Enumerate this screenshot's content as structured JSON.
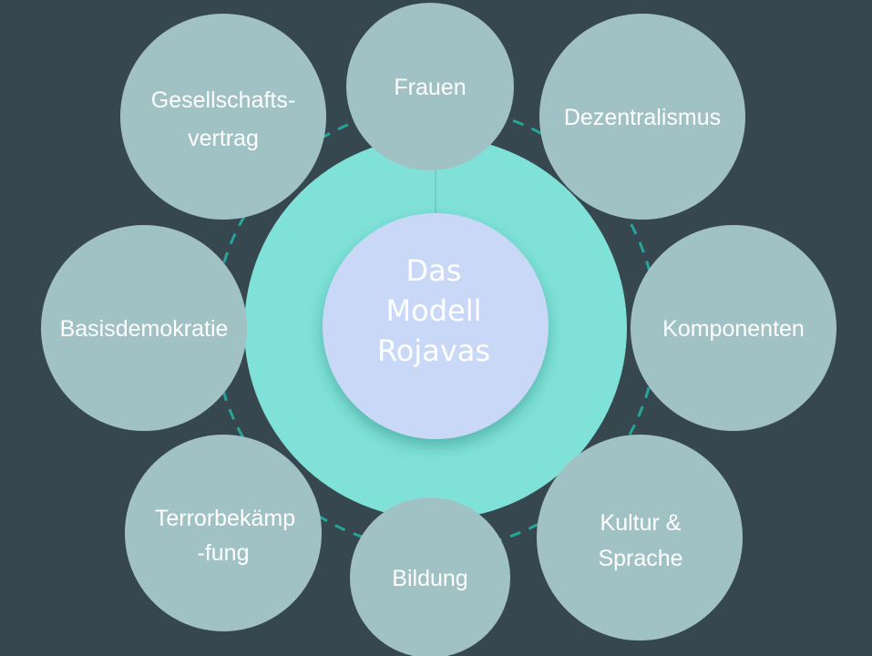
{
  "center": {
    "lines": [
      "Das",
      "Modell",
      "Rojavas"
    ]
  },
  "nodes": {
    "frauen": [
      "Frauen"
    ],
    "dezentralismus": [
      "Dezentralismus"
    ],
    "gesellschaftsvertrag": [
      "Gesellschafts-",
      "vertrag"
    ],
    "basisdemokratie": [
      "Basisdemokratie"
    ],
    "komponenten": [
      "Komponenten"
    ],
    "terrorbekaempfung": [
      "Terrorbekämp",
      "-fung"
    ],
    "kultur": [
      "Kultur &",
      "Sprache"
    ],
    "bildung": [
      "Bildung"
    ]
  },
  "colors": {
    "background": "#37474f",
    "ring": "#80e1d8",
    "center": "#c9d8f6",
    "node": "#a1c2c4",
    "dash": "#26a69a"
  }
}
